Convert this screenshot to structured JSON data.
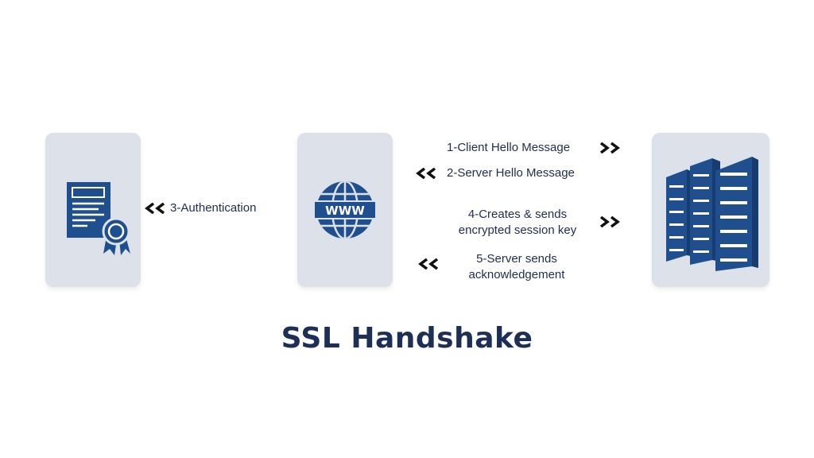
{
  "nodes": {
    "client_cert": {
      "icon": "certificate-icon"
    },
    "browser": {
      "icon": "www-globe-icon",
      "label": "WWW"
    },
    "server": {
      "icon": "server-rack-icon"
    }
  },
  "messages": {
    "m1": "1-Client Hello Message",
    "m2": "2-Server Hello Message",
    "m3": "3-Authentication",
    "m4_line1": "4-Creates & sends",
    "m4_line2": "encrypted session key",
    "m5_line1": "5-Server sends",
    "m5_line2": "acknowledgement"
  },
  "title": "SSL Handshake",
  "colors": {
    "card": "#dde2ea",
    "icon": "#1f4f8f",
    "text": "#1f2d4f",
    "title": "#1d2e57",
    "arrow": "#111111"
  }
}
